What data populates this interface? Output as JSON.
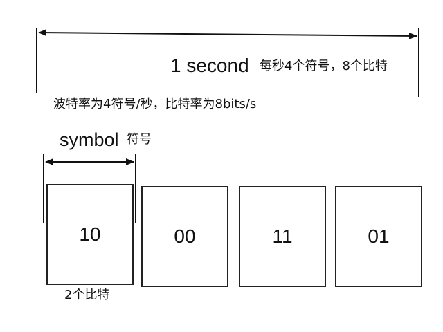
{
  "duration": {
    "label": "1 second",
    "description": "每秒4个符号，8个比特"
  },
  "baud_rate_text": "波特率为4符号/秒，比特率为8bits/s",
  "symbol": {
    "label": "symbol",
    "label_cn": "符号"
  },
  "symbols": [
    {
      "value": "10"
    },
    {
      "value": "00"
    },
    {
      "value": "11"
    },
    {
      "value": "01"
    }
  ],
  "symbol_bits_label": "2个比特",
  "colors": {
    "line": "#111111",
    "box_border": "#222222",
    "background": "#ffffff"
  }
}
